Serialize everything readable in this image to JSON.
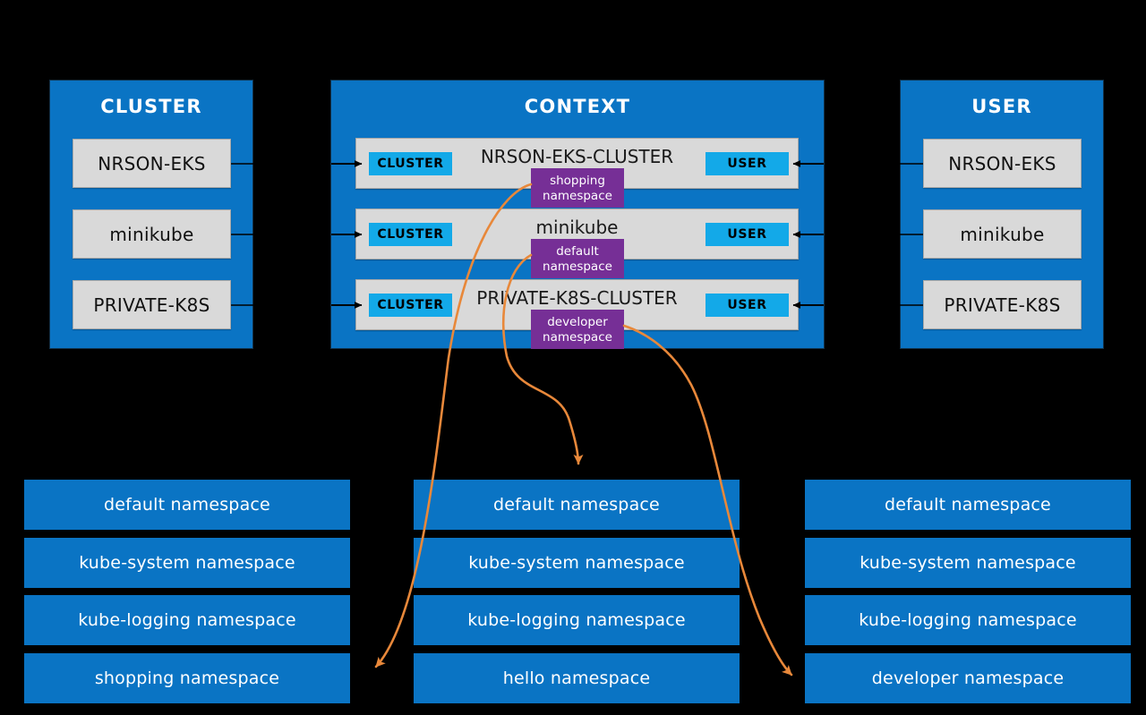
{
  "diagram": {
    "title": "Kubernetes kubeconfig: cluster / context / user and namespaces",
    "colors": {
      "background": "#000000",
      "panel_blue": "#0a74c4",
      "chip_gray": "#d9d9d9",
      "tag_cyan": "#13a9e8",
      "namespace_purple": "#762f96",
      "arrow_orange": "#e8883a",
      "connector_black": "#000000"
    }
  },
  "cluster_panel": {
    "title": "CLUSTER",
    "items": [
      {
        "label": "NRSON-EKS"
      },
      {
        "label": "minikube"
      },
      {
        "label": "PRIVATE-K8S"
      }
    ]
  },
  "user_panel": {
    "title": "USER",
    "items": [
      {
        "label": "NRSON-EKS"
      },
      {
        "label": "minikube"
      },
      {
        "label": "PRIVATE-K8S"
      }
    ]
  },
  "context_panel": {
    "title": "CONTEXT",
    "rows": [
      {
        "name": "NRSON-EKS-CLUSTER",
        "cluster_tag": "CLUSTER",
        "user_tag": "USER",
        "namespace_line1": "shopping",
        "namespace_line2": "namespace"
      },
      {
        "name": "minikube",
        "cluster_tag": "CLUSTER",
        "user_tag": "USER",
        "namespace_line1": "default",
        "namespace_line2": "namespace"
      },
      {
        "name": "PRIVATE-K8S-CLUSTER",
        "cluster_tag": "CLUSTER",
        "user_tag": "USER",
        "namespace_line1": "developer",
        "namespace_line2": "namespace"
      }
    ]
  },
  "namespace_columns": [
    {
      "column": "left",
      "items": [
        {
          "label": "default namespace"
        },
        {
          "label": "kube-system namespace"
        },
        {
          "label": "kube-logging namespace"
        },
        {
          "label": "shopping namespace"
        }
      ]
    },
    {
      "column": "middle",
      "items": [
        {
          "label": "default namespace"
        },
        {
          "label": "kube-system namespace"
        },
        {
          "label": "kube-logging namespace"
        },
        {
          "label": "hello namespace"
        }
      ]
    },
    {
      "column": "right",
      "items": [
        {
          "label": "default namespace"
        },
        {
          "label": "kube-system namespace"
        },
        {
          "label": "kube-logging namespace"
        },
        {
          "label": "developer namespace"
        }
      ]
    }
  ],
  "links": {
    "cluster_to_context": [
      {
        "from": "NRSON-EKS",
        "to": "NRSON-EKS-CLUSTER"
      },
      {
        "from": "minikube",
        "to": "minikube"
      },
      {
        "from": "PRIVATE-K8S",
        "to": "PRIVATE-K8S-CLUSTER"
      }
    ],
    "user_to_context": [
      {
        "from": "NRSON-EKS",
        "to": "NRSON-EKS-CLUSTER"
      },
      {
        "from": "minikube",
        "to": "minikube"
      },
      {
        "from": "PRIVATE-K8S",
        "to": "PRIVATE-K8S-CLUSTER"
      }
    ],
    "namespace_mappings": [
      {
        "from": "shopping namespace",
        "to": "shopping namespace",
        "target_column": "left"
      },
      {
        "from": "default namespace",
        "to": "default namespace",
        "target_column": "middle"
      },
      {
        "from": "developer namespace",
        "to": "developer namespace",
        "target_column": "right"
      }
    ]
  }
}
